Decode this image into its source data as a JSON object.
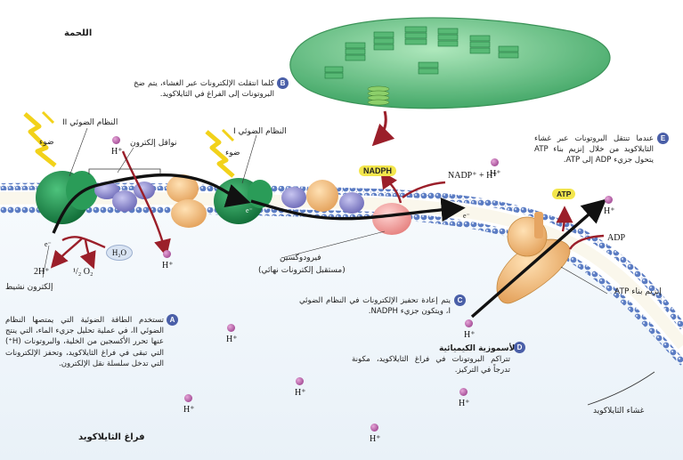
{
  "diagram": {
    "stroma_label": "اللحمة",
    "lumen_label": "فراغ الثايلاكويد",
    "membrane_label": "غشاء الثايلاكويد",
    "photosystem_2_label": "النظام الضوئي II",
    "photosystem_1_label": "النظام الضوئي I",
    "electron_carrier_label": "نواقل إلكترون",
    "light_label_1": "ضوء",
    "light_label_2": "ضوء",
    "excited_electron_label": "إلكترون نشيط",
    "ferredoxin_label": "فيرودوكسين",
    "ferredoxin_sub": "(مستقبل إلكترونات نهائي)",
    "atp_synthase_label": "إنزيم بناء ATP",
    "chemiosmosis_label": "الأسموزية الكيميائية",
    "chem": {
      "nadph": "NADPH",
      "nadp_h": "NADP⁺ + H⁺",
      "atp": "ATP",
      "adp": "ADP",
      "h2o": "H₂O",
      "two_h": "2H⁺",
      "half_o2": "¹/₂ O₂",
      "e_minus": "e⁻",
      "h_plus": "H⁺"
    },
    "steps": [
      {
        "badge": "A",
        "text": "تستخدم الطاقة الضوئية التي يمتصها النظام الضوئي II، في عملية تحليل جزيء الماء، التي ينتج عنها تحرر الأكسجين من الخلية، والبروتونات (H⁺) التي تبقى في فراغ الثايلاكويد، وتحفز الإلكترونات التي تدخل سلسلة نقل الإلكترون."
      },
      {
        "badge": "B",
        "text": "كلما انتقلت الإلكترونات عبر الغشاء، يتم ضخ البروتونات إلى الفراغ في الثايلاكويد."
      },
      {
        "badge": "C",
        "text": "يتم إعادة تحفيز الإلكترونات في النظام الضوئي I، ويتكون جزيء NADPH."
      },
      {
        "badge": "D",
        "text": "تتراكم البروتونات في فراغ الثايلاكويد، مكونة تدرجاً في التركيز."
      },
      {
        "badge": "E",
        "text": "عندما تنتقل البروتونات عبر غشاء الثايلاكويد من خلال إنزيم بناء ATP يتحول جزيء ADP إلى ATP."
      }
    ],
    "colors": {
      "photosystem": "#1f8a4a",
      "carrier": "#8b88cc",
      "cytochrome": "#f4c27e",
      "ferredoxin": "#f2a2a0",
      "membrane_bead": "#5b7cc3",
      "proton": "#a0358f",
      "chloroplast": "#3fb46c"
    }
  }
}
